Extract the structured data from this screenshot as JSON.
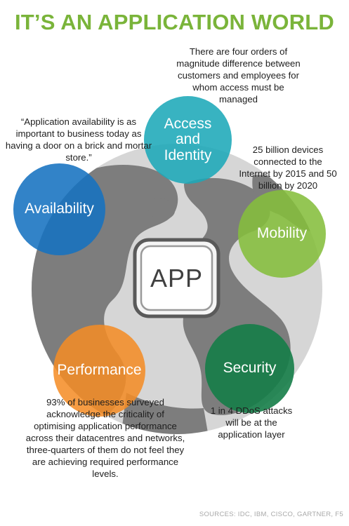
{
  "title": "IT’S AN APPLICATION WORLD",
  "circles": {
    "access": {
      "line1": "Access",
      "line2": "and",
      "line3": "Identity",
      "color": "#1ca9b8"
    },
    "availability": {
      "label": "Availability",
      "color": "#1672c0"
    },
    "mobility": {
      "label": "Mobility",
      "color": "#85be3c"
    },
    "performance": {
      "label": "Performance",
      "color": "#f48c24"
    },
    "security": {
      "label": "Security",
      "color": "#157d48"
    }
  },
  "center": {
    "label": "APP"
  },
  "notes": {
    "access": "There are four orders of magnitude difference between customers and employees for whom access must be managed",
    "availability": "“Application availability is as important to business today as having a door on a brick and mortar store.”",
    "mobility": "25 billion devices connected to the Internet by 2015 and 50 billion by 2020",
    "performance": "93% of businesses surveyed acknowledge the criticality of optimising application performance across their datacentres and networks, three-quarters of them do not feel they are achieving required performance levels.",
    "security": "1 in 4 DDoS attacks will be at the application layer"
  },
  "sources": "SOURCES: IDC, IBM, CISCO, GARTNER, F5"
}
